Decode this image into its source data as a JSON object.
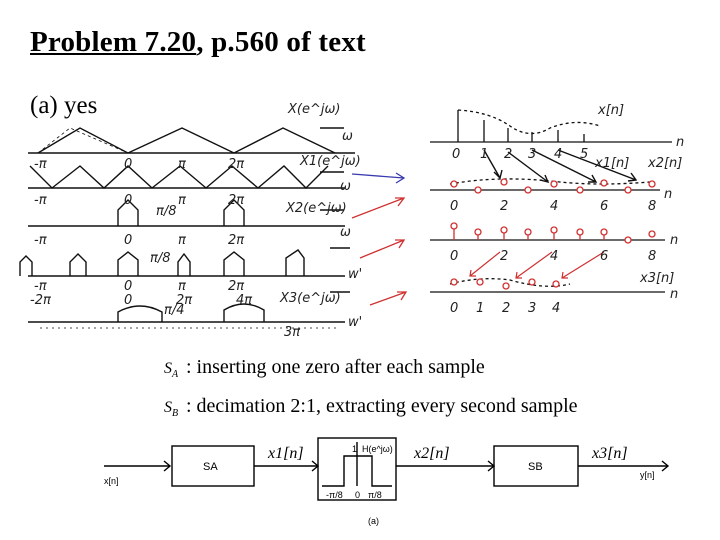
{
  "slide": {
    "title_main": "Problem 7.20",
    "title_rest": ", p.560 of text",
    "answer": "(a) yes"
  },
  "sketch_left": {
    "row1_label": "X(e^jω)",
    "row2_label": "X1(e^jω)",
    "row3_label": "X2(e^jω)",
    "row4_label": "X3(e^jω)",
    "omega": "ω",
    "omega_prime": "w'",
    "ticks": [
      "-π",
      "0",
      "π",
      "2π"
    ],
    "ticks_last": [
      "-2π",
      "0",
      "2π",
      "4π"
    ],
    "pi_over_8": "π/8",
    "pi_over_4": "π/4",
    "three_pi": "3π"
  },
  "sketch_right": {
    "row1_label": "x[n]",
    "row2_label_a": "x1[n]",
    "row2_label_b": "x2[n]",
    "row4_label": "x3[n]",
    "n": "n",
    "ticks_row1": [
      "0",
      "1",
      "2",
      "3",
      "4",
      "5"
    ],
    "ticks_row2": [
      "0",
      "2",
      "4",
      "6",
      "8"
    ],
    "ticks_row4": [
      "0",
      "1",
      "2",
      "3",
      "4"
    ]
  },
  "definitions": [
    {
      "sym": "S",
      "sub": "A",
      "text": ": inserting one zero after each sample"
    },
    {
      "sym": "S",
      "sub": "B",
      "text": ": decimation 2:1, extracting every second sample"
    }
  ],
  "block_diagram": {
    "input": "x[n]",
    "block_a": "SA",
    "signal_1": "x1[n]",
    "filter_label": "H(e^jω)",
    "gain": "1",
    "cut_left": "-π/8",
    "cut_zero": "0",
    "cut_right": "π/8",
    "signal_2": "x2[n]",
    "block_b": "SB",
    "signal_3": "x3[n]",
    "output": "y[n]",
    "caption": "(a)"
  }
}
